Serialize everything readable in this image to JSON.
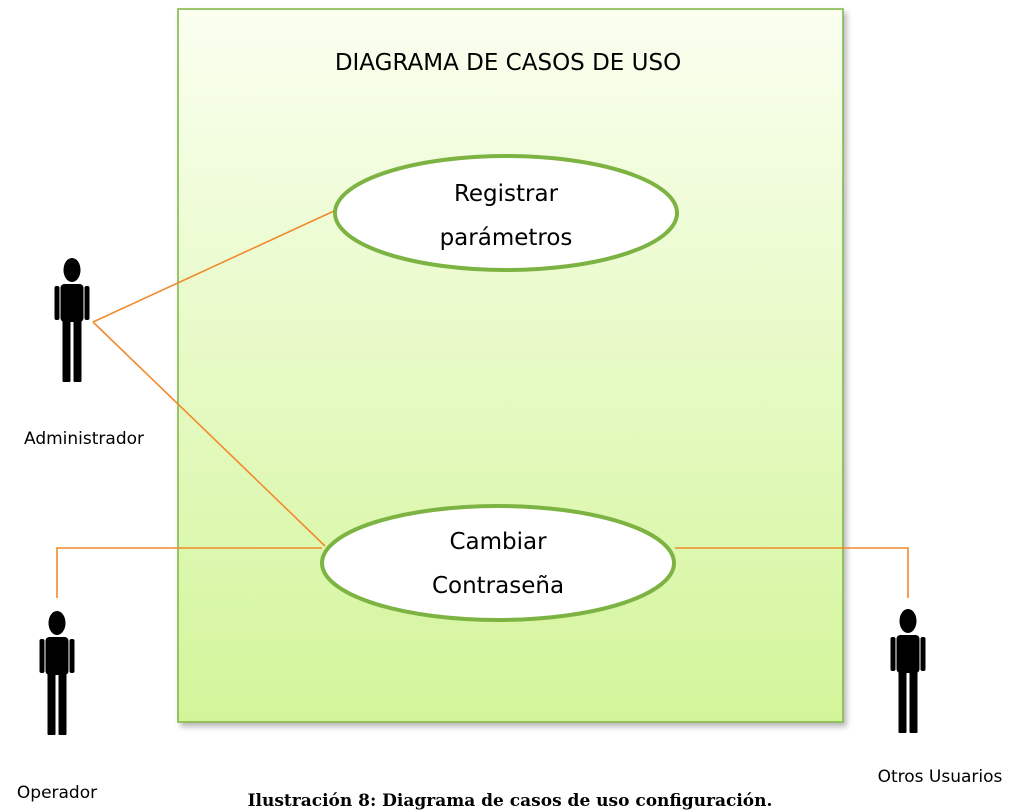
{
  "system": {
    "title": "DIAGRAMA DE CASOS DE USO",
    "fill_top": "#fafff0",
    "fill_bottom": "#d3f59a",
    "border": "#7cb342"
  },
  "use_cases": [
    {
      "id": "registrar",
      "lines": [
        "Registrar",
        "parámetros"
      ]
    },
    {
      "id": "cambiar",
      "lines": [
        "Cambiar",
        "Contraseña"
      ]
    }
  ],
  "actors": [
    {
      "id": "administrador",
      "label": "Administrador"
    },
    {
      "id": "operador",
      "label": "Operador"
    },
    {
      "id": "otros-usuarios",
      "label": "Otros Usuarios"
    }
  ],
  "associations": [
    {
      "actor": "administrador",
      "use_case": "registrar"
    },
    {
      "actor": "administrador",
      "use_case": "cambiar"
    },
    {
      "actor": "operador",
      "use_case": "cambiar"
    },
    {
      "actor": "otros-usuarios",
      "use_case": "cambiar"
    }
  ],
  "colors": {
    "ellipse_border": "#7cb342",
    "ellipse_fill": "#ffffff",
    "association": "#f08a2c"
  },
  "caption": "Ilustración 8: Diagrama de casos de uso configuración."
}
